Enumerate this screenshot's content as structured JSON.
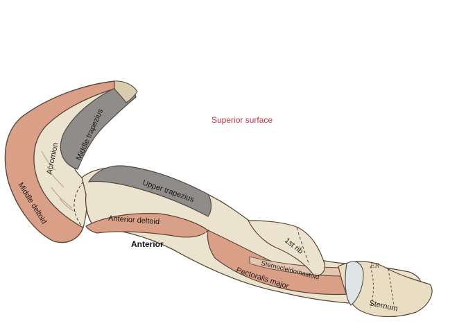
{
  "labels": {
    "superior_surface": "Superior surface",
    "anterior": "Anterior",
    "acromion": "Acromion",
    "middle_trapezius": "Middle trapezius",
    "middle_deltoid": "Middle deltoid",
    "upper_trapezius": "Upper trapezius",
    "anterior_deltoid": "Anterior deltoid",
    "first_rib": "1st rib",
    "sternocleidomastoid": "Sternocleidomastoid",
    "pectoralis_major": "Pectoralis major",
    "sternum": "Sternum",
    "signature": "ER"
  },
  "colors": {
    "bone": "#ece3cf",
    "bone_shadow": "#c9bc9f",
    "deltoid_pink": "#d99f87",
    "trapezius_gray": "#8f8c89",
    "outline": "#5a4636",
    "accent_text": "#c8323c"
  }
}
